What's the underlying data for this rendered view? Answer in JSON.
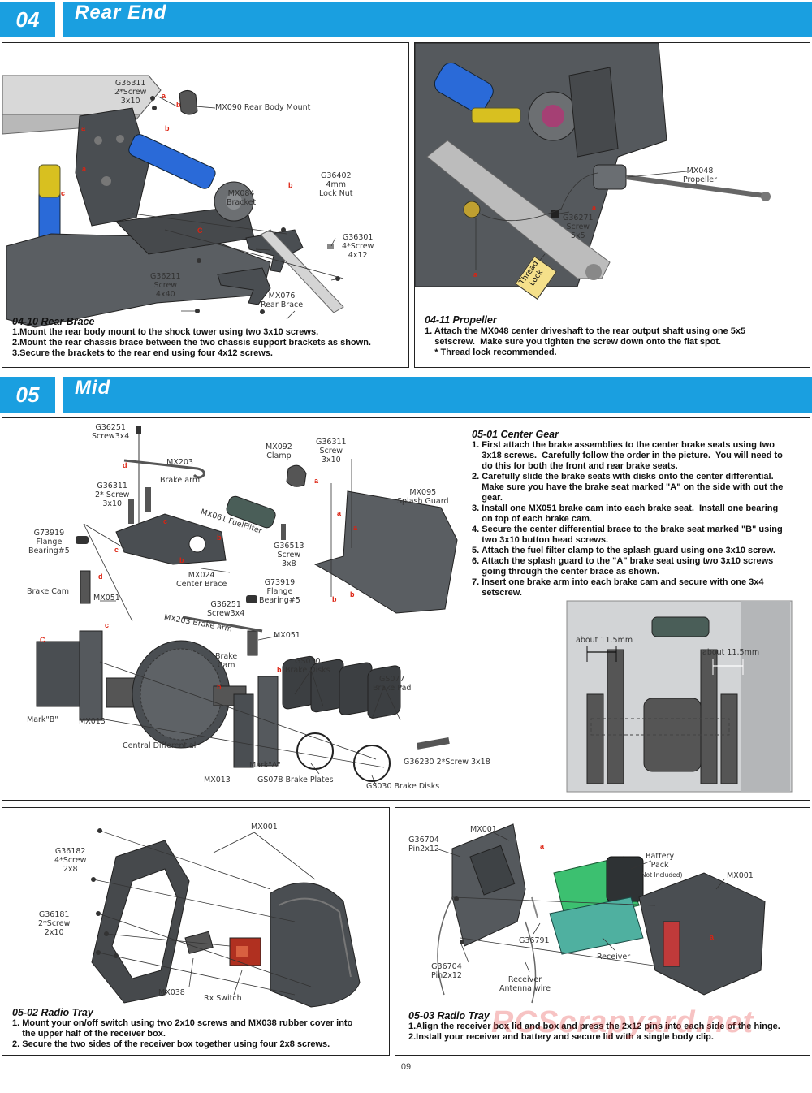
{
  "sections": [
    {
      "number": "04",
      "title": "Rear End"
    },
    {
      "number": "05",
      "title": "Mid"
    }
  ],
  "rear_brace": {
    "title": "04-10  Rear Brace",
    "lines": [
      "1.Mount the rear body mount to the shock tower using two 3x10 screws.",
      "2.Mount the rear chassis brace between the two chassis support brackets as shown.",
      "3.Secure the brackets to the rear end using four 4x12 screws."
    ],
    "labels": {
      "l1": "G36311\n2*Screw\n3x10",
      "l2": "MX090 Rear Body Mount",
      "l3": "G36402\n4mm\nLock Nut",
      "l4": "MX084\nBracket",
      "l5": "G36301\n4*Screw\n4x12",
      "l6": "G36211\nScrew\n4x40",
      "l7": "MX076\nRear Brace"
    }
  },
  "propeller": {
    "title": "04-11  Propeller",
    "lines": [
      "1. Attach the MX048 center driveshaft to the rear output shaft using one 5x5",
      "    setscrew.  Make sure you tighten the screw down onto the flat spot.",
      "    * Thread lock recommended."
    ],
    "labels": {
      "l1": "MX048\nPropeller",
      "l2": "G36271\nScrew\n5x5",
      "l3": "Thread\nLock"
    }
  },
  "center_gear": {
    "title": "05-01  Center Gear",
    "lines": [
      "1. First attach the brake assemblies to the center brake seats using two",
      "    3x18 screws.  Carefully follow the order in the picture.  You will need to",
      "    do this for both the front and rear brake seats.",
      "2. Carefully slide the brake seats with disks onto the center differential.",
      "    Make sure you have the brake seat marked \"A\" on the side with out the",
      "    gear.",
      "3. Install one MX051 brake cam into each brake seat.  Install one bearing",
      "    on top of each brake cam.",
      "4. Secure the center differential brace to the brake seat marked \"B\" using",
      "    two 3x10 button head screws.",
      "5. Attach the fuel filter clamp to the splash guard using one 3x10 screw.",
      "6. Attach the splash guard to the \"A\" brake seat using two 3x10 screws",
      "    going through the center brace as shown.",
      "7. Insert one brake arm into each brake cam and secure with one 3x4",
      "    setscrew."
    ],
    "labels": {
      "l1": "G36251\nScrew3x4",
      "l2": "MX203\nBrake arm",
      "l3": "MX092\nClamp",
      "l4": "G36311\nScrew\n3x10",
      "l5": "MX095\nSplash Guard",
      "l6": "G36311\n2* Screw\n3x10",
      "l7": "MX061 FuelFilter",
      "l8": "G36513\nScrew\n3x8",
      "l9": "G73919\nFlange\nBearing#5",
      "l10": "MX024\nCenter Brace",
      "l11": "Brake Cam",
      "l12": "MX051",
      "l13": "G73919\nFlange\nBearing#5",
      "l14": "G36251\nScrew3x4",
      "l15": "MX203  Brake arm",
      "l16": "MX051",
      "l17": "Brake\nCam",
      "l18": "GS030\nBrake Disks",
      "l19": "GS077\nBrake Pad",
      "l20": "Mark\"B\"",
      "l21": "MX013",
      "l22": "Central Differential",
      "l23": "Mark\"A\"",
      "l24": "MX013",
      "l25": "GS078 Brake Plates",
      "l26": "G36230  2*Screw 3x18",
      "l27": "GS030 Brake Disks",
      "l28": "about 11.5mm",
      "l29": "about 11.5mm"
    }
  },
  "radio_tray_1": {
    "title": "05-02  Radio Tray",
    "lines": [
      "1. Mount your on/off switch using two 2x10 screws and MX038 rubber cover into",
      "    the upper half of the receiver box.",
      "2. Secure the two sides of the receiver box together using four 2x8 screws."
    ],
    "labels": {
      "l1": "MX001",
      "l2": "G36182\n4*Screw\n2x8",
      "l3": "G36181\n2*Screw\n2x10",
      "l4": "MX038",
      "l5": "Rx Switch"
    }
  },
  "radio_tray_2": {
    "title": "05-03  Radio Tray",
    "lines": [
      "1.Align the receiver box lid and box and press the 2x12 pins into each side of the hinge.",
      "2.Install your receiver and battery and secure lid with a single body clip."
    ],
    "labels": {
      "l1": "G36704\nPin2x12",
      "l2": "MX001",
      "l3": "Battery\nPack",
      "l3b": "(Not Included)",
      "l4": "MX001",
      "l5": "G36791",
      "l6": "Receiver",
      "l7": "G36704\nPin2x12",
      "l8": "Receiver\nAntenna wire"
    }
  },
  "page_number": "09",
  "watermark": "RCScrapyard.net",
  "colors": {
    "accent": "#1a9fe0",
    "marker": "#d21",
    "part_dark": "#4a4e52",
    "shock_blue": "#2a6ad8",
    "shock_gold": "#d8c020",
    "green_pack": "#3cc070"
  }
}
